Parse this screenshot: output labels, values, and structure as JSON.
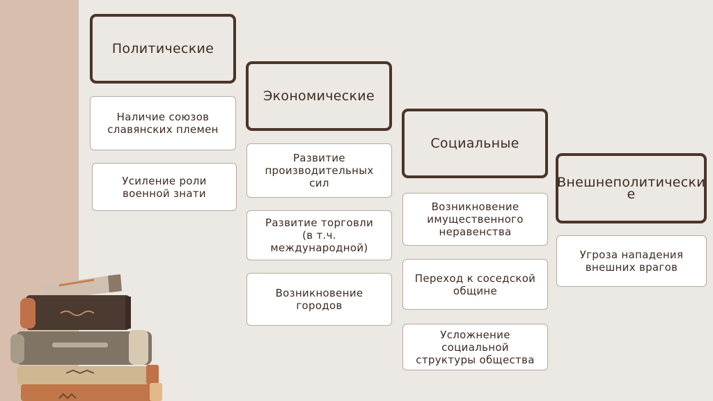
{
  "columns": [
    {
      "header": "Политические",
      "items": [
        "Наличие союзов\nславянских племен",
        "Усиление роли\nвоенной знати"
      ]
    },
    {
      "header": "Экономические",
      "items": [
        "Развитие\nпроизводительных\nсил",
        "Развитие торговли\n(в т.ч.\nмеждународной)",
        "Возникновение\nгородов"
      ]
    },
    {
      "header": "Социальные",
      "items": [
        "Возникновение\nимущественного\nнеравенства",
        "Переход к соседской\nобщине",
        "Усложнение\nсоциальной\nструктуры общества"
      ]
    },
    {
      "header": "Внешнеполитически\nе",
      "items": [
        "Угроза нападения\nвнешних врагов"
      ]
    }
  ],
  "colors": {
    "background": "#ece8e3",
    "side_strip": "#d8beac",
    "header_border": "#4a3528",
    "item_background": "#ffffff",
    "text": "#3d2c22"
  },
  "decoration": {
    "books_icon": "books-stack-illustration"
  }
}
